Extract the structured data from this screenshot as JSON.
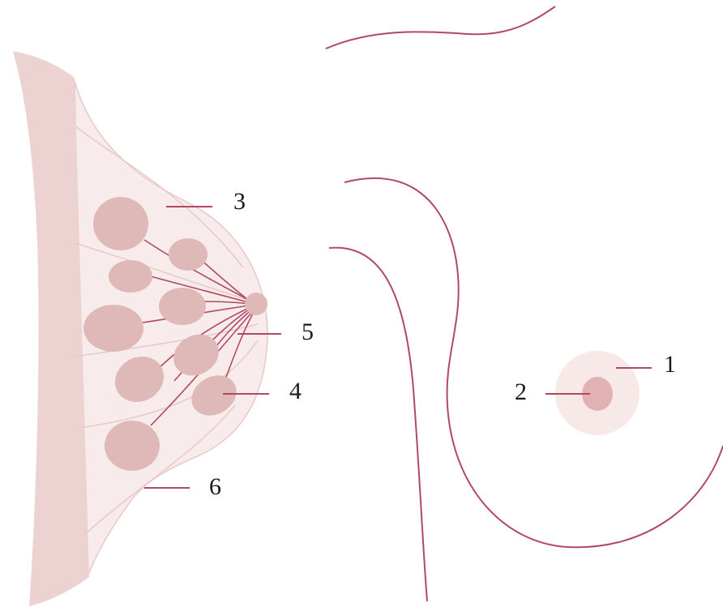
{
  "colors": {
    "line": "#b04a63",
    "wall": "#ecd3d2",
    "tissue": "#f7ebeb",
    "tissue_stroke": "#e8c8c9",
    "lobule": "#deb9b8",
    "areola": "#f6e9e8",
    "nipple": "#e2b1b4"
  },
  "labels": {
    "areola": "1",
    "nipple": "2",
    "fat": "3",
    "lobule": "4",
    "duct": "5",
    "ligament": "6"
  }
}
